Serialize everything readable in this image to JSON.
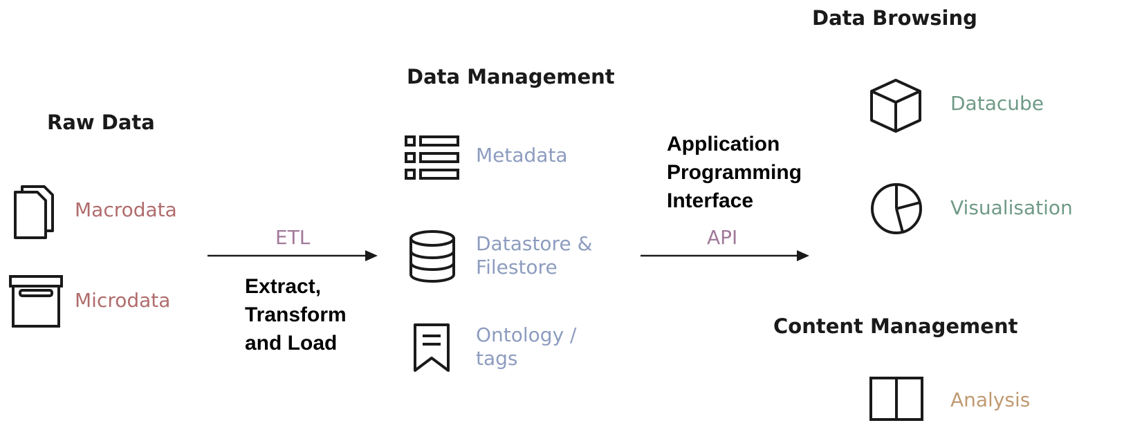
{
  "colors": {
    "raw": "#b06c6c",
    "management": "#8d9cbf",
    "api": "#a17a9a",
    "browsing": "#6f9a86",
    "content": "#c09a72",
    "ink": "#1a1a1a"
  },
  "raw_data": {
    "heading": "Raw Data",
    "items": [
      {
        "label": "Macrodata",
        "icon": "documents-icon"
      },
      {
        "label": "Microdata",
        "icon": "archive-box-icon"
      }
    ]
  },
  "etl": {
    "label": "ETL",
    "description": [
      "Extract,",
      "Transform",
      "and Load"
    ]
  },
  "data_management": {
    "heading": "Data Management",
    "items": [
      {
        "label": "Metadata",
        "icon": "list-icon"
      },
      {
        "label_lines": [
          "Datastore &",
          "Filestore"
        ],
        "icon": "database-icon"
      },
      {
        "label_lines": [
          "Ontology /",
          "tags"
        ],
        "icon": "bookmark-icon"
      }
    ]
  },
  "api": {
    "label": "API",
    "description": [
      "Application",
      "Programming",
      "Interface"
    ]
  },
  "data_browsing": {
    "heading": "Data Browsing",
    "items": [
      {
        "label": "Datacube",
        "icon": "cube-icon"
      },
      {
        "label": "Visualisation",
        "icon": "pie-chart-icon"
      }
    ]
  },
  "content_management": {
    "heading": "Content Management",
    "items": [
      {
        "label": "Analysis",
        "icon": "columns-icon"
      }
    ]
  }
}
